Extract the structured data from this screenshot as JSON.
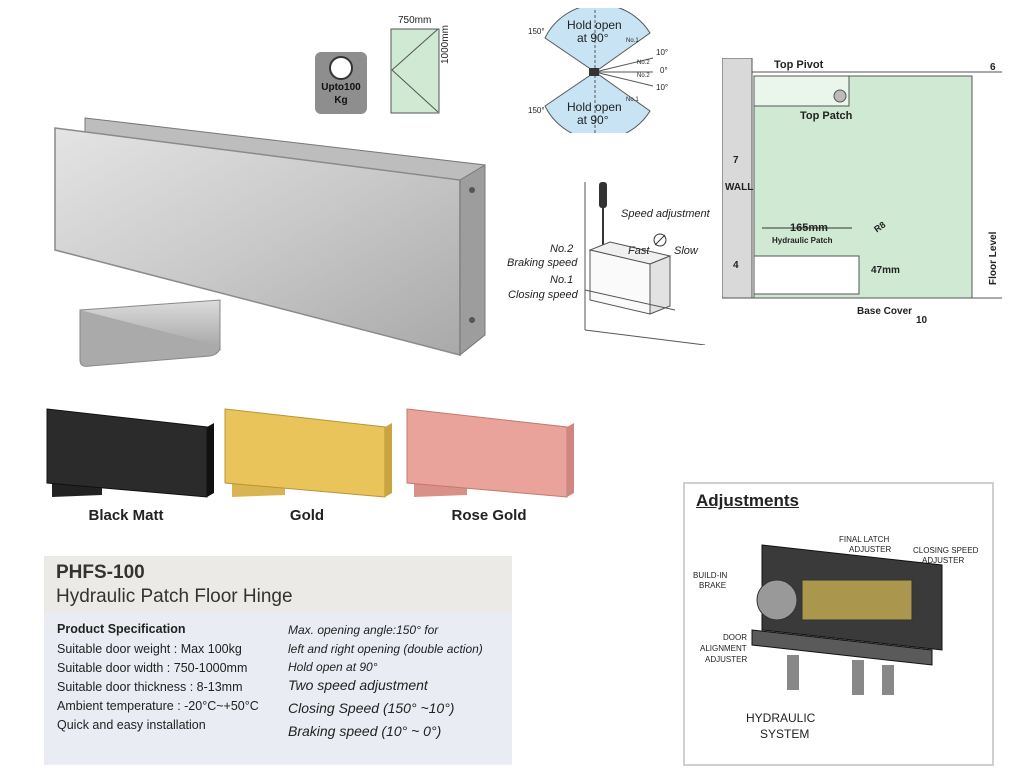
{
  "badge": {
    "line1": "Upto100",
    "line2": "Kg"
  },
  "door_dims": {
    "width": "750mm",
    "height": "1000mm"
  },
  "opening_diagram": {
    "top_label_1": "Hold open",
    "top_label_2": "at 90°",
    "bottom_label_1": "Hold open",
    "bottom_label_2": "at 90°",
    "angle_150_top": "150°",
    "angle_150_bottom": "150°",
    "angle_10_top": "10°",
    "angle_0": "0°",
    "angle_10_bottom": "10°",
    "no1_top": "No.1",
    "no2_top": "No.2",
    "no2_bottom": "No.2",
    "no1_bottom": "No.1"
  },
  "speed_diagram": {
    "speed_adjustment": "Speed adjustment",
    "fast": "Fast",
    "slow": "Slow",
    "no2": "No.2",
    "braking_speed": "Braking speed",
    "no1": "No.1",
    "closing_speed": "Closing speed"
  },
  "install_diagram": {
    "top_pivot": "Top Pivot",
    "top_patch": "Top Patch",
    "wall": "WALL",
    "dim_6": "6",
    "dim_7": "7",
    "dim_4": "4",
    "dim_165": "165mm",
    "hydraulic_patch": "Hydraulic Patch",
    "r8": "R8",
    "dim_47": "47mm",
    "floor_level": "Floor Level",
    "base_cover": "Base Cover",
    "dim_10": "10"
  },
  "finishes": [
    {
      "name": "Black Matt",
      "color": "#2b2b2b"
    },
    {
      "name": "Gold",
      "color": "#e8c45a"
    },
    {
      "name": "Rose Gold",
      "color": "#e9a39a"
    }
  ],
  "product": {
    "model": "PHFS-100",
    "name": "Hydraulic Patch Floor Hinge",
    "spec_title": "Product Specification",
    "specs": [
      "Suitable door weight  : Max 100kg",
      "Suitable door width  : 750-1000mm",
      "Suitable door thickness  : 8-13mm",
      "Ambient temperature : -20°C~+50°C",
      "Quick and easy installation"
    ],
    "features": [
      "Max. opening angle:150° for",
      "left and right opening (double action)",
      "Hold open at 90°",
      "Two speed adjustment",
      "Closing Speed (150° ~10°)",
      "Braking speed (10° ~ 0°)"
    ]
  },
  "adjustments": {
    "title": "Adjustments",
    "final_latch": "FINAL LATCH",
    "final_latch_2": "ADJUSTER",
    "closing_speed": "CLOSING SPEED",
    "closing_speed_2": "ADJUSTER",
    "build_in": "BUILD-IN",
    "brake": "BRAKE",
    "door": "DOOR",
    "alignment": "ALIGNMENT",
    "adjuster": "ADJUSTER",
    "hydraulic": "HYDRAULIC",
    "system": "SYSTEM"
  }
}
